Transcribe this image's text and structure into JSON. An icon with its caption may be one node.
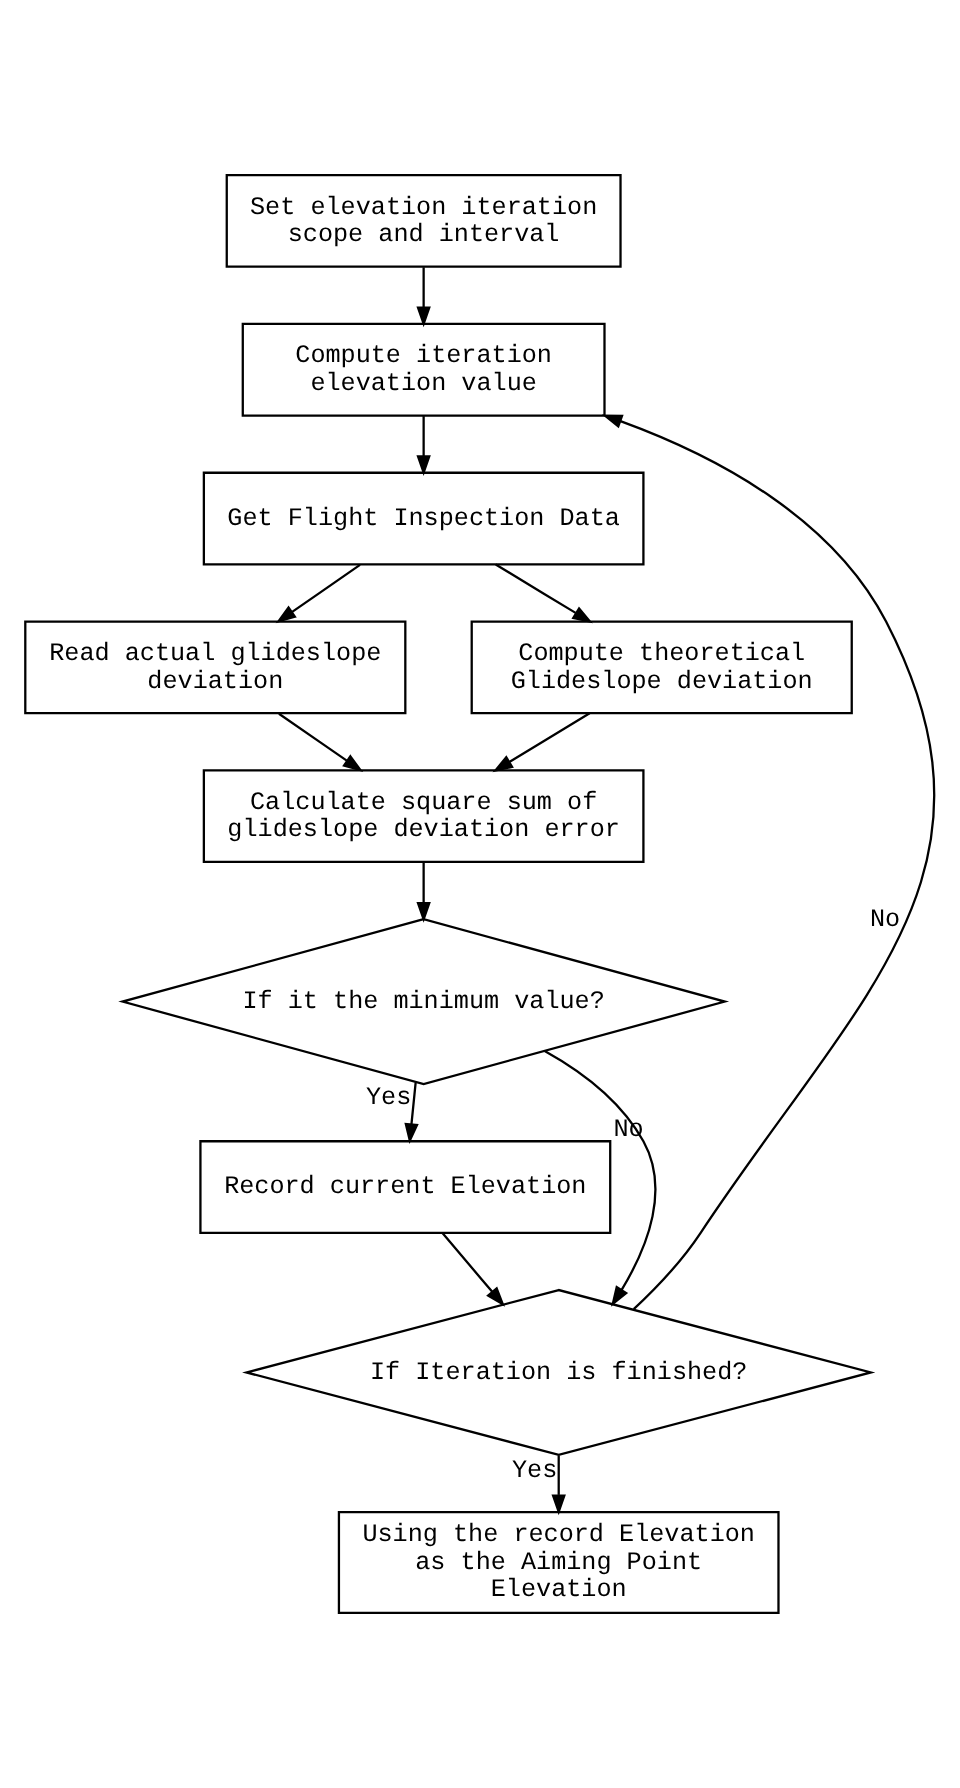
{
  "diagram": {
    "nodes": [
      {
        "text": [
          "Set elevation iteration scope and interval"
        ]
      },
      {
        "text": [
          "Compute iteration elevation value"
        ]
      },
      {
        "text": [
          "Get Flight Inspection Data"
        ]
      },
      {
        "text": [
          "Read actual glideslope deviation"
        ]
      },
      {
        "text": [
          "Compute theoretical Glideslope deviation"
        ]
      },
      {
        "text": [
          "Calculate square sum of glideslope deviation error"
        ]
      },
      {
        "text": [
          "If it the minimum value?"
        ]
      },
      {
        "text": [
          "Record current Elevation"
        ]
      },
      {
        "text": [
          "If Iteration is finished?"
        ]
      },
      {
        "text": [
          "Using the record Elevation as the Aiming Point Elevation"
        ]
      }
    ],
    "edges": [
      {
        "from": 0,
        "to": 1,
        "arrow": "to"
      },
      {
        "from": 1,
        "to": 2,
        "arrow": "to"
      },
      {
        "from": 2,
        "to": 3,
        "arrow": "to"
      },
      {
        "from": 2,
        "to": 4,
        "arrow": "to"
      },
      {
        "from": 3,
        "to": 5,
        "arrow": "to"
      },
      {
        "from": 4,
        "to": 5,
        "arrow": "to"
      },
      {
        "from": 5,
        "to": 6,
        "arrow": "to"
      },
      {
        "from": 6,
        "to": 7,
        "label": "Yes",
        "arrow": "to"
      },
      {
        "from": 6,
        "to": 8,
        "label": "No",
        "arrow": "to"
      },
      {
        "from": 7,
        "to": 8,
        "arrow": "to"
      },
      {
        "from": 8,
        "to": 1,
        "label": "No",
        "arrow": "to"
      },
      {
        "from": 8,
        "to": 9,
        "label": "Yes",
        "arrow": "to"
      }
    ]
  }
}
